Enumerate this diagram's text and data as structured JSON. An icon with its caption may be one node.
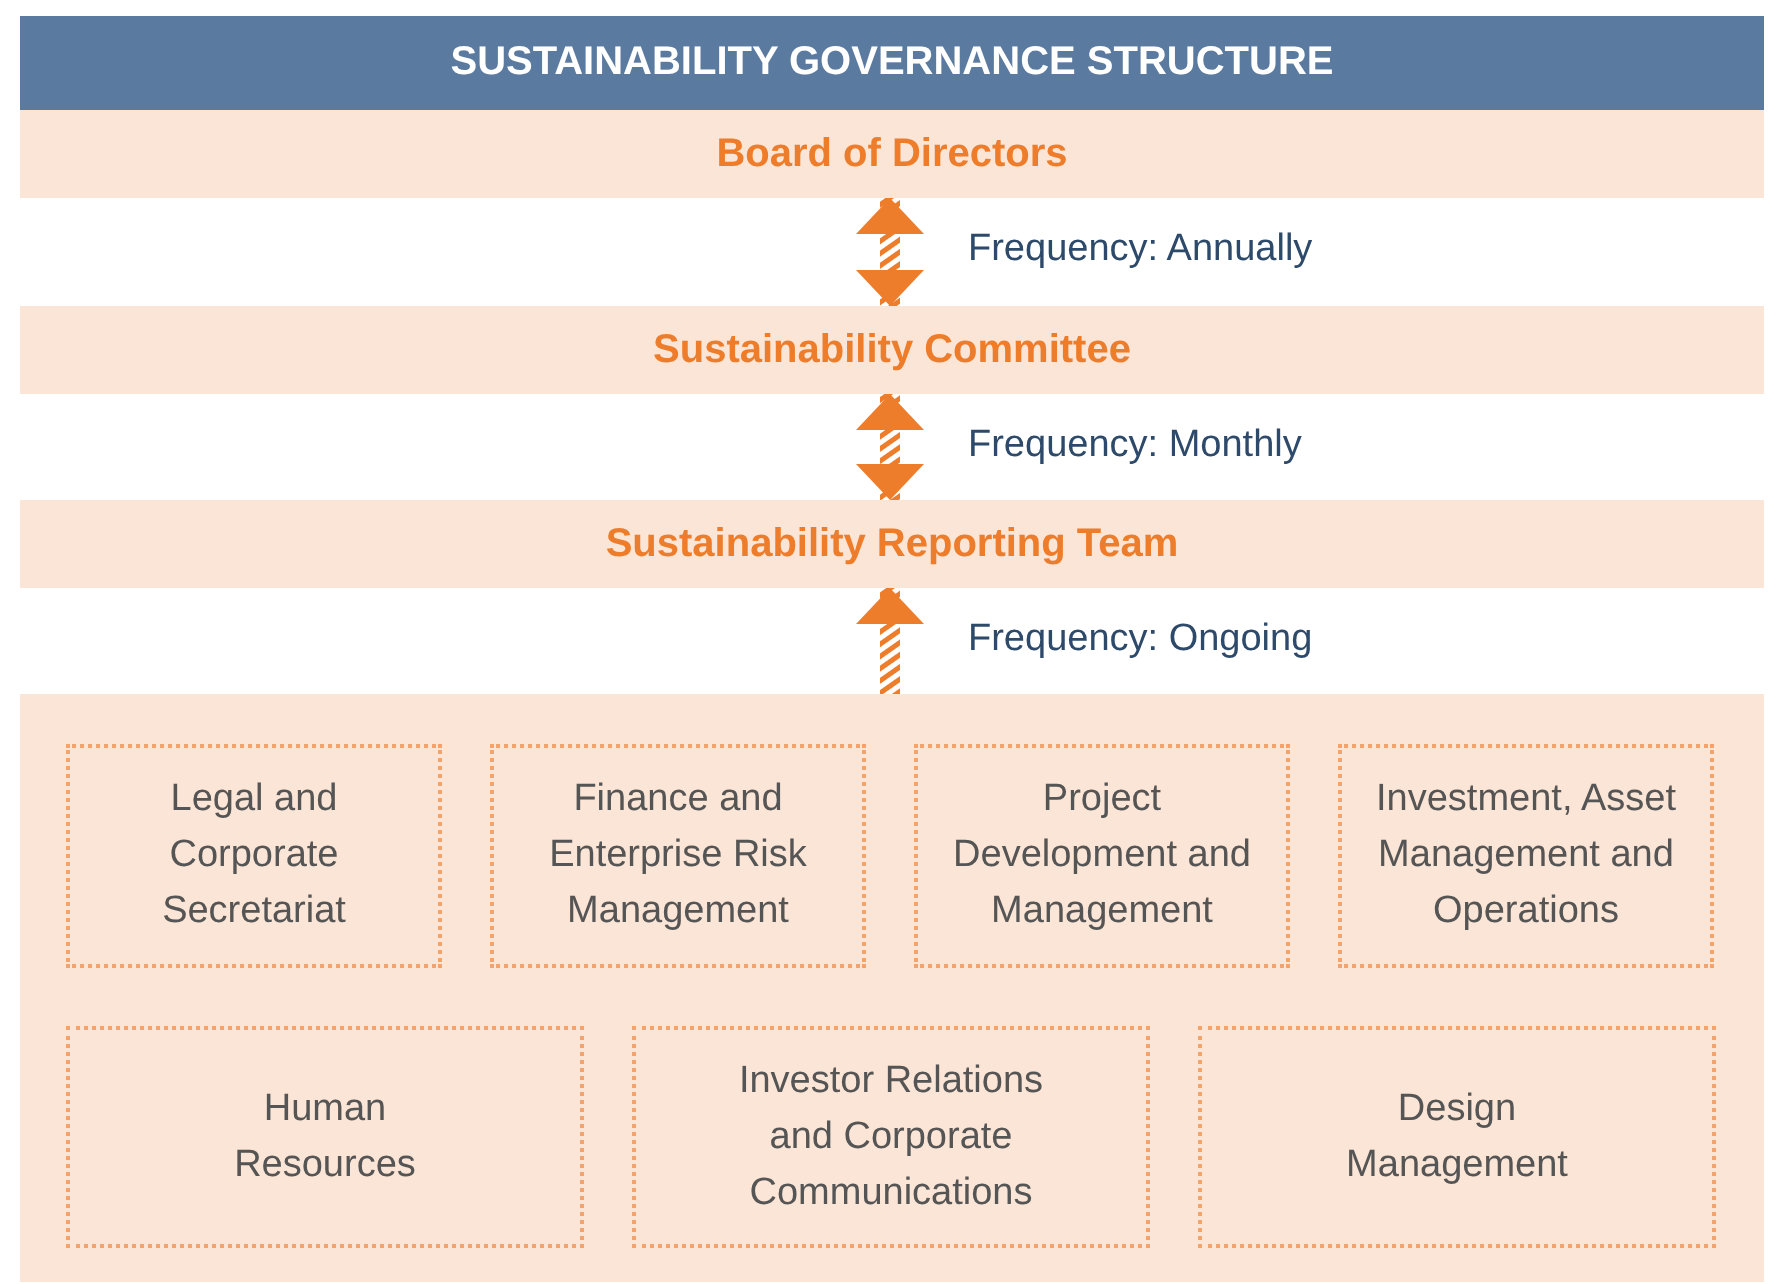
{
  "diagram": {
    "title": "SUSTAINABILITY GOVERNANCE STRUCTURE",
    "nodes": [
      {
        "text": [
          "Board of Directors"
        ]
      },
      {
        "text": [
          "Sustainability Committee"
        ]
      },
      {
        "text": [
          "Sustainability Reporting Team"
        ]
      },
      {
        "text": [],
        "shape": "box"
      },
      {
        "text": [
          "Legal and Corporate Secretariat"
        ],
        "in": 3
      },
      {
        "text": [
          "Finance and Enterprise Risk Management"
        ],
        "in": 3
      },
      {
        "text": [
          "Project Development and Management"
        ],
        "in": 3
      },
      {
        "text": [
          "Investment, Asset Management and Operations"
        ],
        "in": 3
      },
      {
        "text": [
          "Human Resources"
        ],
        "in": 3
      },
      {
        "text": [
          "Investor Relations and Corporate Communications"
        ],
        "in": 3
      },
      {
        "text": [
          "Design Management"
        ],
        "in": 3
      }
    ],
    "edges": [
      {
        "from": 0,
        "to": 1,
        "arrow": "both",
        "label": "Frequency: Annually"
      },
      {
        "from": 1,
        "to": 2,
        "arrow": "both",
        "label": "Frequency: Monthly"
      },
      {
        "from": 3,
        "to": 2,
        "arrow": "to",
        "label": "Frequency: Ongoing"
      }
    ]
  }
}
